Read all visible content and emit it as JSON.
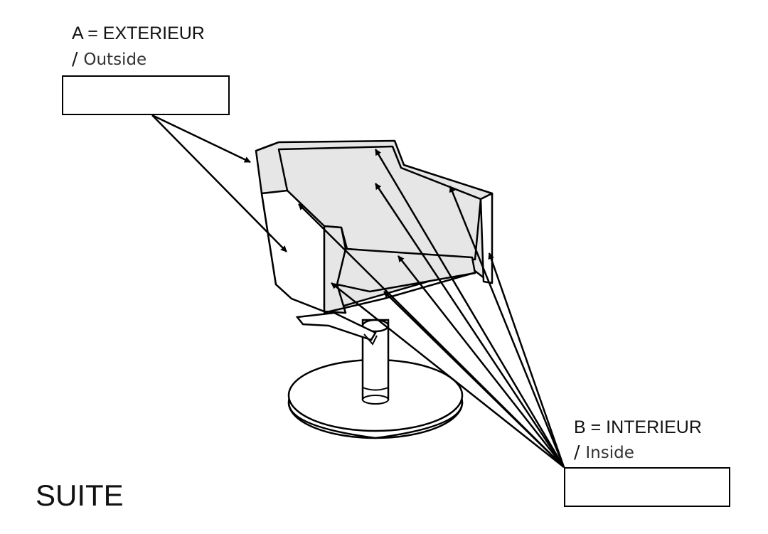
{
  "label_a": {
    "main": "A = EXTERIEUR",
    "slash": "/ ",
    "alt": "Outside",
    "input_value": ""
  },
  "label_b": {
    "main": "B = INTERIEUR",
    "slash": "/ ",
    "alt": "Inside",
    "input_value": ""
  },
  "footer_title": "SUITE",
  "colors": {
    "line": "#000000",
    "fill": "#e6e6e6"
  },
  "icons": [
    "chair-illustration",
    "arrow-icon"
  ]
}
